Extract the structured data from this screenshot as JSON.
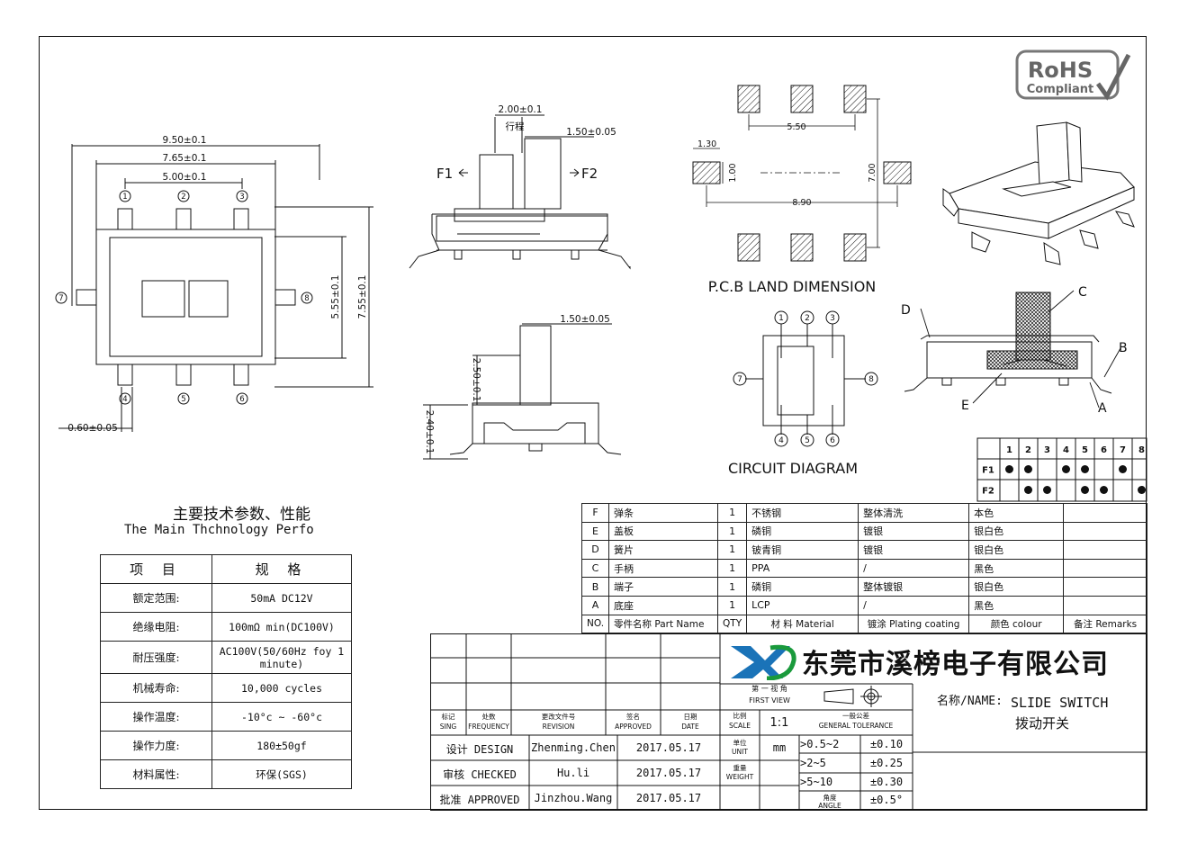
{
  "main_dims": {
    "d_950": "9.50±0.1",
    "d_765": "7.65±0.1",
    "d_500": "5.00±0.1",
    "d_555": "5.55±0.1",
    "d_755": "7.55±0.1",
    "d_060": "0.60±0.05",
    "pins": [
      "1",
      "2",
      "3",
      "4",
      "5",
      "6",
      "7",
      "8"
    ]
  },
  "side_dims": {
    "d_200": "2.00±0.1",
    "stroke": "行程",
    "d_150a": "1.50±0.05",
    "f1": "F1",
    "f2": "F2",
    "d_150b": "1.50±0.05",
    "d_250": "2.50±0.1",
    "d_240": "2.40±0.1"
  },
  "pcb": {
    "d_130": "1.30",
    "d_100": "1.00",
    "d_550": "5.50",
    "d_700": "7.00",
    "d_890": "8.90",
    "title": "P.C.B LAND DIMENSION"
  },
  "circuit": {
    "title": "CIRCUIT DIAGRAM",
    "pins": [
      "1",
      "2",
      "3",
      "4",
      "5",
      "6",
      "7",
      "8"
    ]
  },
  "rohs": {
    "line1": "RoHS",
    "line2": "Compliant"
  },
  "section_callouts": [
    "A",
    "B",
    "C",
    "D",
    "E"
  ],
  "truth_table": {
    "headers": [
      "1",
      "2",
      "3",
      "4",
      "5",
      "6",
      "7",
      "8"
    ],
    "rows": [
      {
        "label": "F1",
        "dots": [
          true,
          true,
          false,
          true,
          true,
          false,
          true,
          false
        ]
      },
      {
        "label": "F2",
        "dots": [
          false,
          true,
          true,
          false,
          true,
          true,
          false,
          true
        ]
      }
    ]
  },
  "bom": {
    "rows": [
      [
        "F",
        "弹条",
        "1",
        "不锈钢",
        "整体清洗",
        "本色",
        ""
      ],
      [
        "E",
        "盖板",
        "1",
        "磷铜",
        "镀银",
        "银白色",
        ""
      ],
      [
        "D",
        "簧片",
        "1",
        "铍青铜",
        "镀银",
        "银白色",
        ""
      ],
      [
        "C",
        "手柄",
        "1",
        "PPA",
        "/",
        "黑色",
        ""
      ],
      [
        "B",
        "端子",
        "1",
        "磷铜",
        "整体镀银",
        "银白色",
        ""
      ],
      [
        "A",
        "底座",
        "1",
        "LCP",
        "/",
        "黑色",
        ""
      ]
    ],
    "header": [
      "NO.",
      "零件名称 Part Name",
      "QTY",
      "材 料 Material",
      "镀涂 Plating coating",
      "颜色 colour",
      "备注 Remarks"
    ]
  },
  "spec": {
    "title_cn": "主要技术参数、性能",
    "title_en": "The Main Thchnology Perfo",
    "head": [
      "项 目",
      "规 格"
    ],
    "rows": [
      [
        "额定范围:",
        "50mA DC12V"
      ],
      [
        "绝缘电阻:",
        "100mΩ min(DC100V)"
      ],
      [
        "耐压强度:",
        "AC100V(50/60Hz foy 1 minute)"
      ],
      [
        "机械寿命:",
        "10,000 cycles"
      ],
      [
        "操作温度:",
        "-10°c ~ -60°c"
      ],
      [
        "操作力度:",
        "180±50gf"
      ],
      [
        "材料属性:",
        "环保(SGS)"
      ]
    ]
  },
  "title_block": {
    "company": "东莞市溪榜电子有限公司",
    "first_view_cn": "第 一 视 角",
    "first_view_en": "FIRST VIEW",
    "name_label": "名称/NAME:",
    "name_en": "SLIDE SWITCH",
    "name_cn": "拨动开关",
    "rev_headers": [
      {
        "cn": "标记",
        "en": "SING"
      },
      {
        "cn": "处数",
        "en": "FREQUENCY"
      },
      {
        "cn": "更改文件号",
        "en": "REVISION"
      },
      {
        "cn": "签名",
        "en": "APPROVED"
      },
      {
        "cn": "日期",
        "en": "DATE"
      }
    ],
    "scale_cn": "比例",
    "scale_en": "SCALE",
    "scale_val": "1:1",
    "tol_cn": "一般公差",
    "tol_en": "GENERAL TOLERANCE",
    "unit_cn": "单位",
    "unit_en": "UNIT",
    "unit_val": "mm",
    "weight_cn": "重量",
    "weight_en": "WEIGHT",
    "angle_cn": "角度",
    "angle_en": "ANGLE",
    "tolerances": [
      {
        "range": ">0.5~2",
        "val": "±0.10"
      },
      {
        "range": ">2~5",
        "val": "±0.25"
      },
      {
        "range": ">5~10",
        "val": "±0.30"
      },
      {
        "range": "",
        "val": "±0.5°"
      }
    ],
    "signoffs": [
      {
        "role": "设计 DESIGN",
        "name": "Zhenming.Chen",
        "date": "2017.05.17"
      },
      {
        "role": "审核 CHECKED",
        "name": "Hu.li",
        "date": "2017.05.17"
      },
      {
        "role": "批准 APPROVED",
        "name": "Jinzhou.Wang",
        "date": "2017.05.17"
      }
    ]
  }
}
